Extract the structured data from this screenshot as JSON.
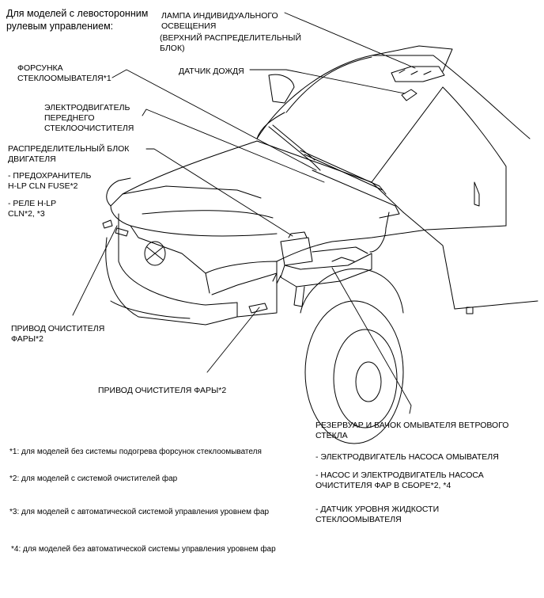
{
  "header": "Для моделей с левосторонним\nрулевым управлением:",
  "labels": {
    "lamp": "ЛАМПА ИНДИВИДУАЛЬНОГО\nОСВЕЩЕНИЯ",
    "lamp_sub": "(ВЕРХНИЙ РАСПРЕДЕЛИТЕЛЬНЫЙ\nБЛОК)",
    "rain_sensor": "ДАТЧИК ДОЖДЯ",
    "nozzle": "ФОРСУНКА\nСТЕКЛООМЫВАТЕЛЯ*1",
    "wiper_motor": "ЭЛЕКТРОДВИГАТЕЛЬ\nПЕРЕДНЕГО\nСТЕКЛООЧИСТИТЕЛЯ",
    "engine_block": "РАСПРЕДЕЛИТЕЛЬНЫЙ БЛОК\nДВИГАТЕЛЯ",
    "fuse": "- ПРЕДОХРАНИТЕЛЬ\nH-LP CLN FUSE*2",
    "relay": "- РЕЛЕ H-LP\nCLN*2, *3",
    "headlamp_wiper_left": "ПРИВОД ОЧИСТИТЕЛЯ\nФАРЫ*2",
    "headlamp_wiper_right": "ПРИВОД ОЧИСТИТЕЛЯ ФАРЫ*2",
    "reservoir": "РЕЗЕРВУАР И БАЧОК ОМЫВАТЕЛЯ ВЕТРОВОГО\nСТЕКЛА",
    "washer_motor": "- ЭЛЕКТРОДВИГАТЕЛЬ НАСОСА ОМЫВАТЕЛЯ",
    "pump_assembly": "- НАСОС И ЭЛЕКТРОДВИГАТЕЛЬ НАСОСА\nОЧИСТИТЕЛЯ ФАР В СБОРЕ*2, *4",
    "level_sensor": "- ДАТЧИК УРОВНЯ ЖИДКОСТИ\nСТЕКЛООМЫВАТЕЛЯ"
  },
  "footnotes": {
    "n1": "*1: для моделей без системы подогрева форсунок стеклоомывателя",
    "n2": "*2: для моделей с системой очистителей фар",
    "n3": "*3: для моделей с автоматической системой управления уровнем фар",
    "n4": "*4: для моделей без автоматической системы управления уровнем фар"
  }
}
